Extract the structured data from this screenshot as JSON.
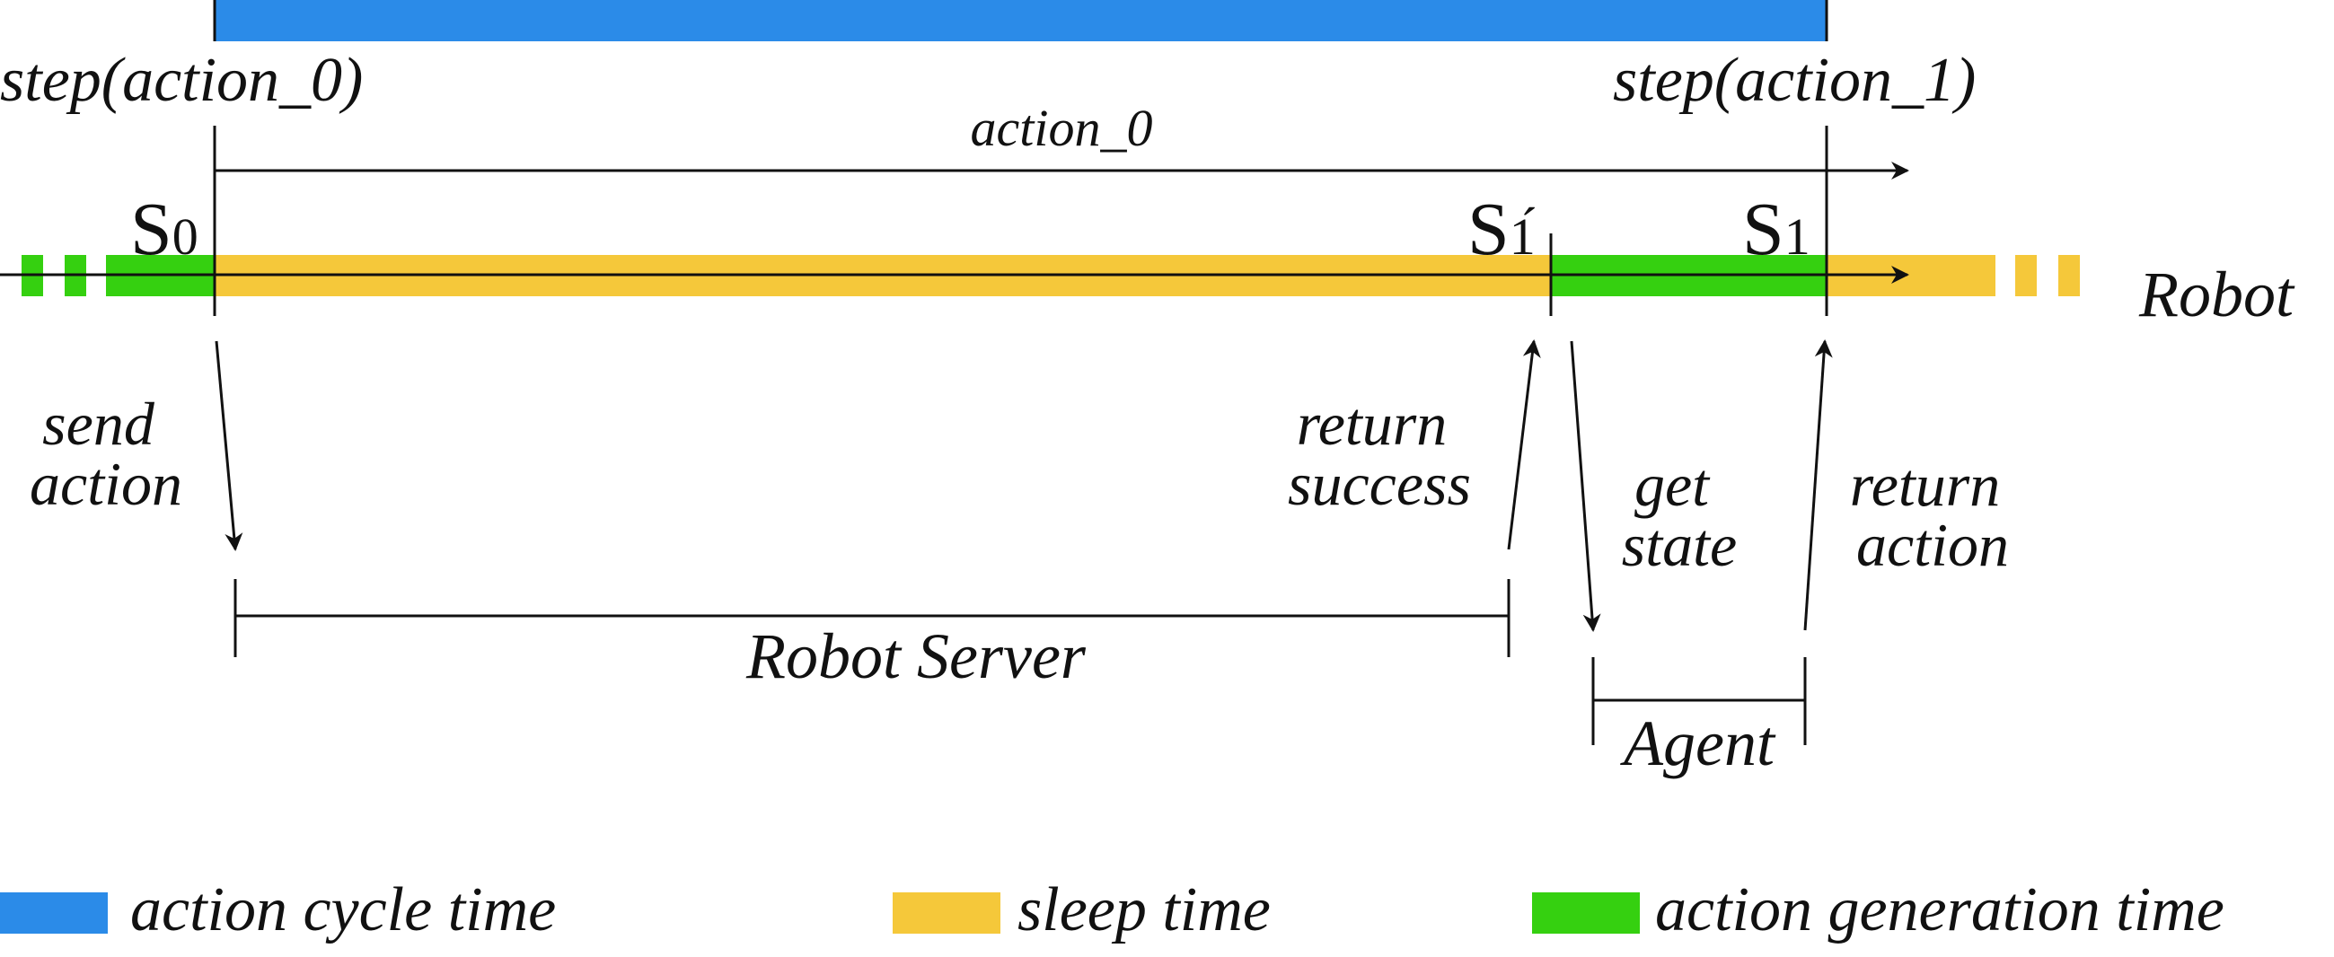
{
  "colors": {
    "action_cycle": "#2b8be8",
    "sleep": "#f5c83a",
    "action_generation": "#35d010",
    "ink": "#111111"
  },
  "top_labels": {
    "step0": "step(action_0)",
    "step1": "step(action_1)",
    "action0": "action_0"
  },
  "states": {
    "s0_main": "S",
    "s0_sub": "0",
    "s1p_main": "S",
    "s1p_sub": "1́",
    "s1_main": "S",
    "s1_sub": "1"
  },
  "robot_label": "Robot",
  "arrows": {
    "send_action": [
      "send",
      "action"
    ],
    "return_success": [
      "return",
      "success"
    ],
    "get_state": [
      "get",
      "state"
    ],
    "return_action": [
      "return",
      "action"
    ]
  },
  "brackets": {
    "robot_server": "Robot Server",
    "agent": "Agent"
  },
  "legend": [
    {
      "label": "action cycle time",
      "color_key": "action_cycle"
    },
    {
      "label": "sleep time",
      "color_key": "sleep"
    },
    {
      "label": "action generation time",
      "color_key": "action_generation"
    }
  ]
}
